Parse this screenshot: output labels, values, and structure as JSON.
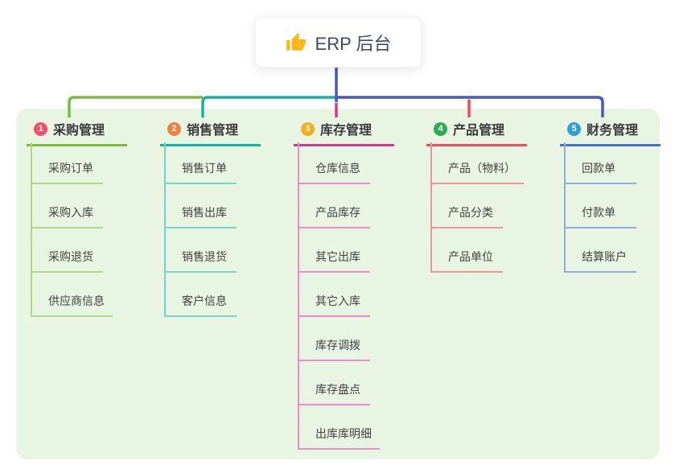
{
  "root": {
    "label": "ERP 后台",
    "icon": "thumbs-up-icon",
    "icon_color": "#f8b819"
  },
  "theme": {
    "canvas_bg": "#ffffff",
    "panel_bg": "#e8f5e3",
    "root_line_color": "#4657cb"
  },
  "branches": [
    {
      "number": "1",
      "title": "采购管理",
      "badge_color": "#f2506b",
      "line_color": "#7cb93e",
      "light_color": "#b3d884",
      "items": [
        "采购订单",
        "采购入库",
        "采购退货",
        "供应商信息"
      ]
    },
    {
      "number": "2",
      "title": "销售管理",
      "badge_color": "#f5803e",
      "line_color": "#14b3a7",
      "light_color": "#79d2c8",
      "items": [
        "销售订单",
        "销售出库",
        "销售退货",
        "客户信息"
      ]
    },
    {
      "number": "3",
      "title": "库存管理",
      "badge_color": "#f7ab1e",
      "line_color": "#d6368f",
      "light_color": "#ee8cc5",
      "items": [
        "仓库信息",
        "产品库存",
        "其它出库",
        "其它入库",
        "库存调拨",
        "库存盘点",
        "出库库明细"
      ]
    },
    {
      "number": "4",
      "title": "产品管理",
      "badge_color": "#2fab53",
      "line_color": "#f4495c",
      "light_color": "#f5929b",
      "items": [
        "产品（物料）",
        "产品分类",
        "产品单位"
      ]
    },
    {
      "number": "5",
      "title": "财务管理",
      "badge_color": "#2b9fd9",
      "line_color": "#4a6fd2",
      "light_color": "#93a9e0",
      "items": [
        "回款单",
        "付款单",
        "结算账户"
      ]
    }
  ]
}
